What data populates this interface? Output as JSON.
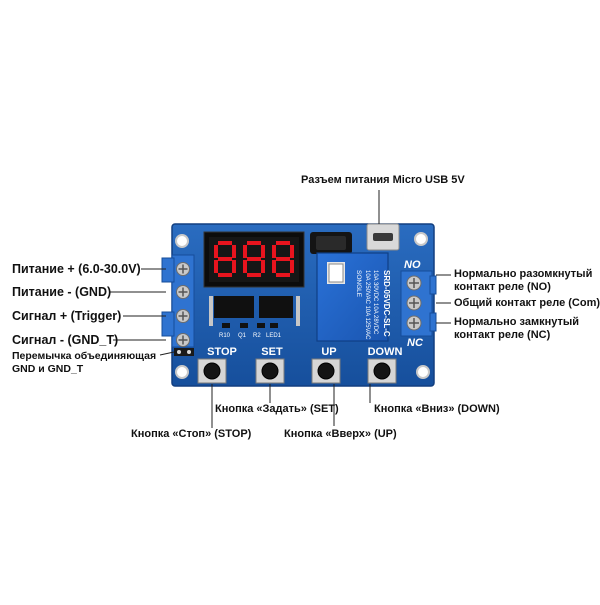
{
  "board": {
    "display_digits": "888",
    "silk": {
      "no": "NO",
      "nc": "NC",
      "stop": "STOP",
      "set": "SET",
      "up": "UP",
      "down": "DOWN",
      "r10": "R10",
      "q1": "Q1",
      "r2": "R2",
      "led1": "LED1",
      "relay_brand": "SONGLE",
      "relay_model": "SRD-05VDC-SL-C",
      "relay_line1": "10A 250VAC 10A 125VAC",
      "relay_line2": "10A 30VDC 10A 28VDC"
    }
  },
  "labels": {
    "usb_power": "Разъем питания Micro USB 5V",
    "power_plus": "Питание + (6.0-30.0V)",
    "power_minus": "Питание - (GND)",
    "signal_plus": "Сигнал + (Trigger)",
    "signal_minus": "Сигнал - (GND_T)",
    "jumper_line1": "Перемычка объединяющая",
    "jumper_line2": "GND и GND_T",
    "no_line1": "Нормально разомкнутый",
    "no_line2": "контакт реле (NO)",
    "com": "Общий контакт реле (Com)",
    "nc_line1": "Нормально замкнутый",
    "nc_line2": "контакт реле (NC)",
    "btn_set": "Кнопка «Задать» (SET)",
    "btn_down": "Кнопка «Вниз» (DOWN)",
    "btn_stop": "Кнопка «Стоп» (STOP)",
    "btn_up": "Кнопка «Вверх» (UP)"
  },
  "colors": {
    "pcb": "#1e5fb4",
    "terminal": "#2f73d0",
    "relay": "#1f62c9",
    "display_segment": "#e8141e"
  }
}
